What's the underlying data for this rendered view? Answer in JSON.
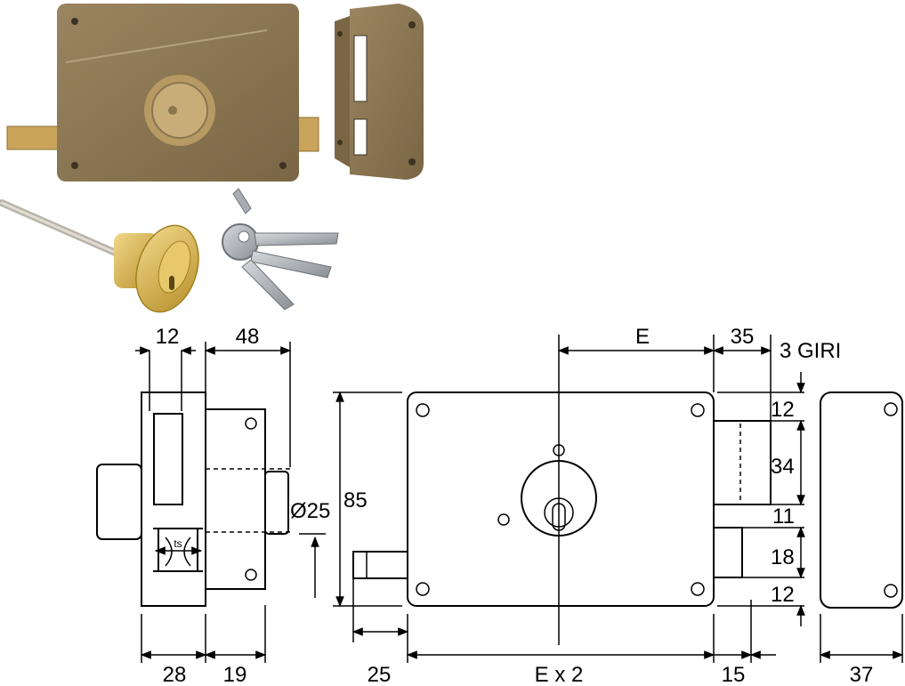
{
  "labels": {
    "side_width_top": "12",
    "side_depth_top": "48",
    "side_width_bottom": "28",
    "side_depth_bottom": "19",
    "cylinder_diameter": "Ø25",
    "height": "85",
    "backset": "E",
    "bolt_offset": "35",
    "turns": "3 GIRI",
    "bolt_top_margin": "12",
    "bolt_height": "34",
    "gap_middle": "11",
    "latch_height": "18",
    "latch_bottom_margin": "12",
    "handle_offset": "25",
    "body_width": "E x 2",
    "bolt_throw": "15",
    "keeper_width": "37",
    "cylinder_marking": "ts"
  },
  "colors": {
    "lock_body": "#8b7550",
    "lock_body_dark": "#6e5b3c",
    "brass": "#d8b24a",
    "steel": "#a9adb3",
    "line": "#000000"
  }
}
